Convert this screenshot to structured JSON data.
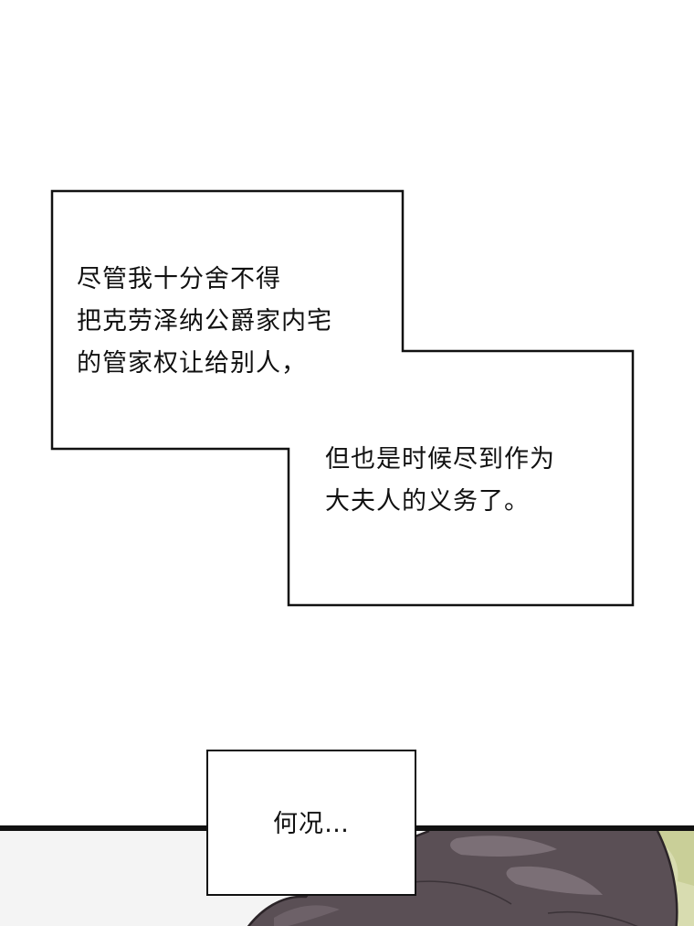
{
  "narration": {
    "lines_a": [
      "尽管我十分舍不得",
      "把克劳泽纳公爵家内宅",
      "的管家权让给别人，"
    ],
    "lines_b": [
      "但也是时候尽到作为",
      "大夫人的义务了。"
    ]
  },
  "small_caption": {
    "text": "何况…"
  },
  "colors": {
    "border": "#111111",
    "background": "#ffffff",
    "hair": "#5a4f55",
    "foliage": "#d8dcb0"
  }
}
